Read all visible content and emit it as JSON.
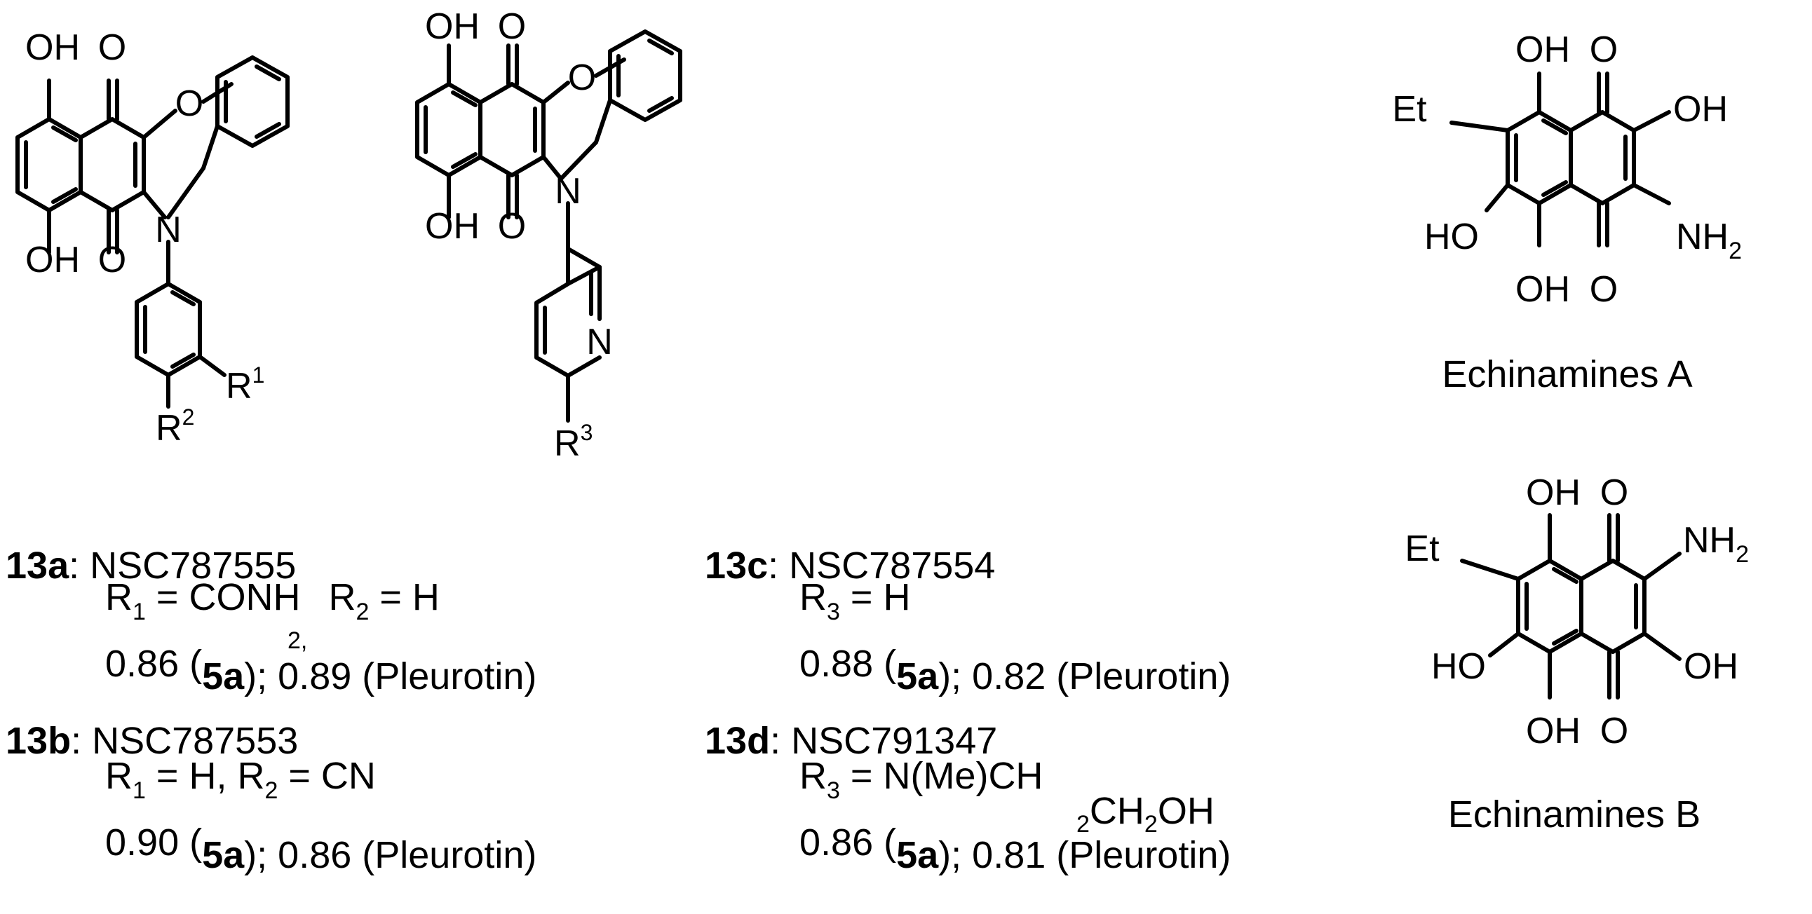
{
  "atoms": {
    "oh": "OH",
    "ho": "HO",
    "o": "O",
    "n": "N",
    "et": "Et",
    "nh": "NH",
    "sub2": "2",
    "r": "R",
    "sup1": "1",
    "sup2": "2",
    "sup3": "3"
  },
  "structures": {
    "s13ab": {
      "r1": "R",
      "r1_sup": "1",
      "r2": "R",
      "r2_sup": "2"
    },
    "s13cd": {
      "r3": "R",
      "r3_sup": "3"
    },
    "echA": {
      "name": "Echinamines A"
    },
    "echB": {
      "name": "Echinamines B"
    }
  },
  "captions": {
    "c13a": {
      "id": "13a",
      "colon": ": ",
      "nsc": "NSC787555",
      "l2_a": "R",
      "l2_a_sub": "1",
      "l2_b": " = CONH",
      "l2_c": "R",
      "l2_c_sub": "2",
      "l2_d": " = H",
      "l2_stray": "2,",
      "l3_a": "0.86 (",
      "l3_bold": "5a",
      "l3_b": "); 0.89 (Pleurotin)"
    },
    "c13b": {
      "id": "13b",
      "colon": ": ",
      "nsc": "NSC787553",
      "l2_a": "R",
      "l2_a_sub": "1",
      "l2_b": " = H, ",
      "l2_c": "R",
      "l2_c_sub": "2",
      "l2_d": " = CN",
      "l3_a": "0.90 (",
      "l3_bold": "5a",
      "l3_b": "); 0.86 (Pleurotin)"
    },
    "c13c": {
      "id": "13c",
      "colon": ": ",
      "nsc": "NSC787554",
      "l2_a": "R",
      "l2_a_sub": "3",
      "l2_b": " = H",
      "l3_a": "0.88 (",
      "l3_bold": "5a",
      "l3_b": "); 0.82 (Pleurotin)"
    },
    "c13d": {
      "id": "13d",
      "colon": ": ",
      "nsc": "NSC791347",
      "l2_a": "R",
      "l2_a_sub": "3",
      "l2_b": " = N(Me)CH",
      "l2_cont_sub": "2",
      "l2_cont": "CH",
      "l2_cont_sub2": "2",
      "l2_cont_end": "OH",
      "l3_a": "0.86 (",
      "l3_bold": "5a",
      "l3_b": "); 0.81 (Pleurotin)"
    }
  }
}
